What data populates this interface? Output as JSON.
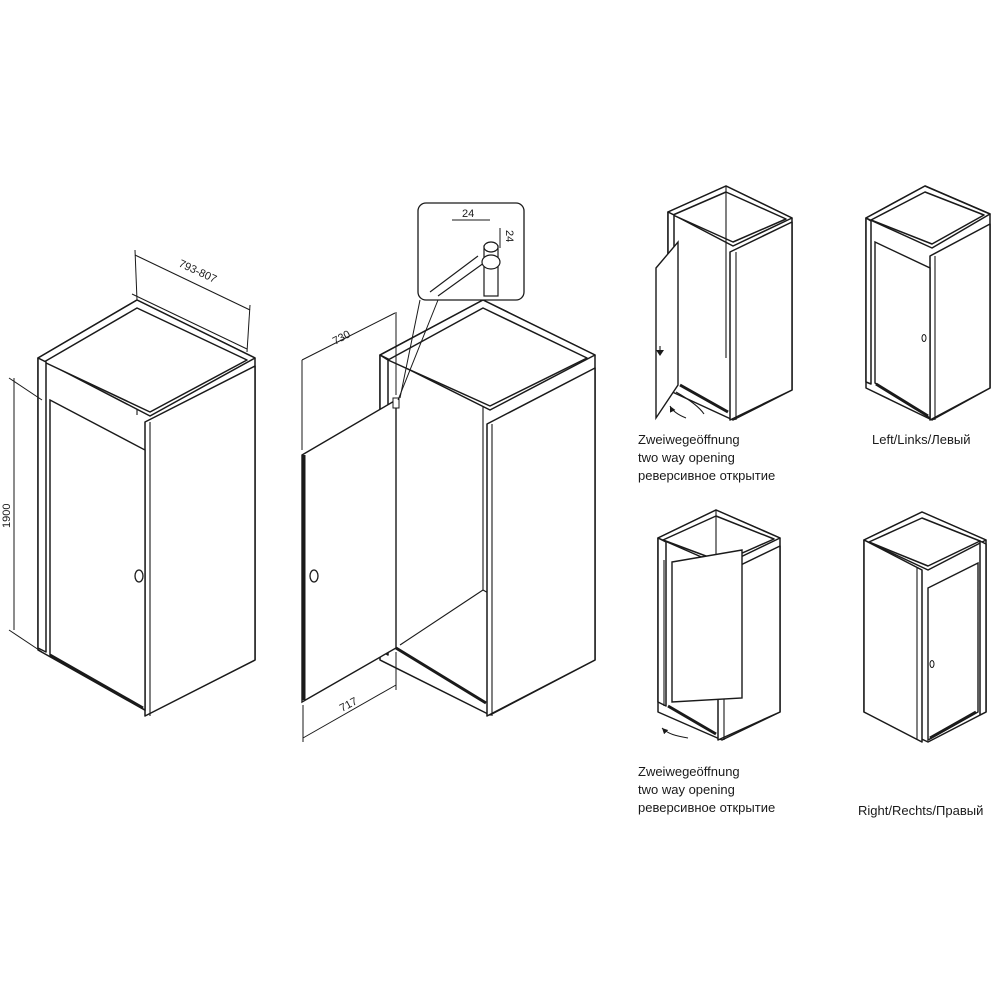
{
  "dimensions": {
    "width_range": "793-807",
    "height": "1900",
    "door_height_panel": "730",
    "door_width": "717",
    "detail_a": "24",
    "detail_b": "24"
  },
  "captions": {
    "two_way_top": [
      "Zweiwegeöffnung",
      "two way opening",
      "реверсивное открытие"
    ],
    "left": "Left/Links/Левый",
    "two_way_bottom": [
      "Zweiwegeöffnung",
      "two way opening",
      "реверсивное открытие"
    ],
    "right": "Right/Rechts/Правый"
  }
}
